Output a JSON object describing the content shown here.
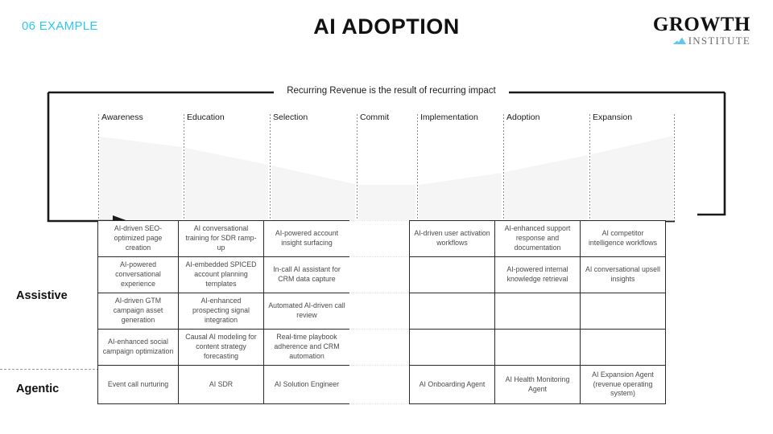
{
  "header": {
    "eyebrow": "06 EXAMPLE",
    "title": "AI ADOPTION",
    "logo_main": "GROWTH",
    "logo_sub": "INSTITUTE",
    "accent_color": "#2EC6F4"
  },
  "diagram": {
    "bracket_caption": "Recurring Revenue is the result of recurring impact",
    "stages": [
      "Awareness",
      "Education",
      "Selection",
      "Commit",
      "Implementation",
      "Adoption",
      "Expansion"
    ],
    "side_labels": {
      "top": "Assistive",
      "bottom": "Agentic"
    },
    "funnel_fill": "#f5f5f5",
    "rows": [
      [
        "AI-driven SEO-optimized page creation",
        "AI conversational training for SDR ramp-up",
        "AI-powered account insight surfacing",
        "",
        "AI-driven user activation workflows",
        "AI-enhanced support response and documentation",
        "AI competitor intelligence workflows"
      ],
      [
        "AI-powered conversational experience",
        "AI-embedded SPICED account planning templates",
        "In-call AI assistant for CRM data capture",
        "",
        "",
        "AI-powered internal knowledge retrieval",
        "AI conversational upsell insights"
      ],
      [
        "AI-driven GTM campaign asset generation",
        "AI-enhanced prospecting signal integration",
        "Automated AI-driven call review",
        "",
        "",
        "",
        ""
      ],
      [
        "AI-enhanced social campaign optimization",
        "Causal AI modeling for content strategy forecasting",
        "Real-time playbook adherence and CRM automation",
        "",
        "",
        "",
        ""
      ],
      [
        "Event call nurturing",
        "AI SDR",
        "AI Solution Engineer",
        "",
        "AI Onboarding Agent",
        "AI Health Monitoring Agent",
        "AI Expansion Agent (revenue operating system)"
      ]
    ]
  }
}
